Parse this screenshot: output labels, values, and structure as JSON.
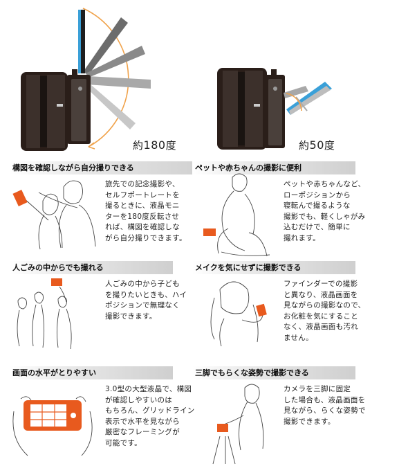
{
  "top": {
    "left_angle": {
      "prefix": "約",
      "value": "180",
      "suffix": "度"
    },
    "right_angle": {
      "prefix": "約",
      "value": "50",
      "suffix": "度"
    }
  },
  "sections": [
    {
      "title": "構図を確認しながら自分撮りできる",
      "lines": [
        "旅先での記念撮影や、",
        "セルフポートレートを",
        "撮るときに、液晶モニ",
        "ターを180度反転させ",
        "れば、構図を確認しな",
        "がら自分撮りできます。"
      ]
    },
    {
      "title": "ペットや赤ちゃんの撮影に便利",
      "lines": [
        "ペットや赤ちゃんなど、",
        "ローポジションから",
        "寝転んで撮るような",
        "撮影でも、軽くしゃがみ",
        "込むだけで、簡単に",
        "撮れます。"
      ]
    },
    {
      "title": "人ごみの中からでも撮れる",
      "lines": [
        "人ごみの中から子ども",
        "を撮りたいときも、ハイ",
        "ポジションで無理なく",
        "撮影できます。"
      ]
    },
    {
      "title": "メイクを気にせずに撮影できる",
      "lines": [
        "ファインダーでの撮影",
        "と異なり、液晶画面を",
        "見ながらの撮影なので、",
        "お化粧を気にすること",
        "なく、液晶画面も汚れ",
        "ません。"
      ]
    },
    {
      "title": "画面の水平がとりやすい",
      "lines": [
        "3.0型の大型液晶で、構図",
        "が確認しやすいのは",
        "もちろん、グリッドライン",
        "表示で水平を見ながら",
        "厳密なフレーミングが",
        "可能です。"
      ]
    },
    {
      "title": "三脚でもらくな姿勢で撮影できる",
      "lines": [
        "カメラを三脚に固定",
        "した場合も、液晶画面を",
        "見ながら、らくな姿勢で",
        "撮影できます。"
      ]
    }
  ],
  "colors": {
    "accent": "#e85a1e",
    "arc": "#f0a24a",
    "lcd_edge": "#3aa0d8",
    "camera_body": "#2a1e19"
  }
}
